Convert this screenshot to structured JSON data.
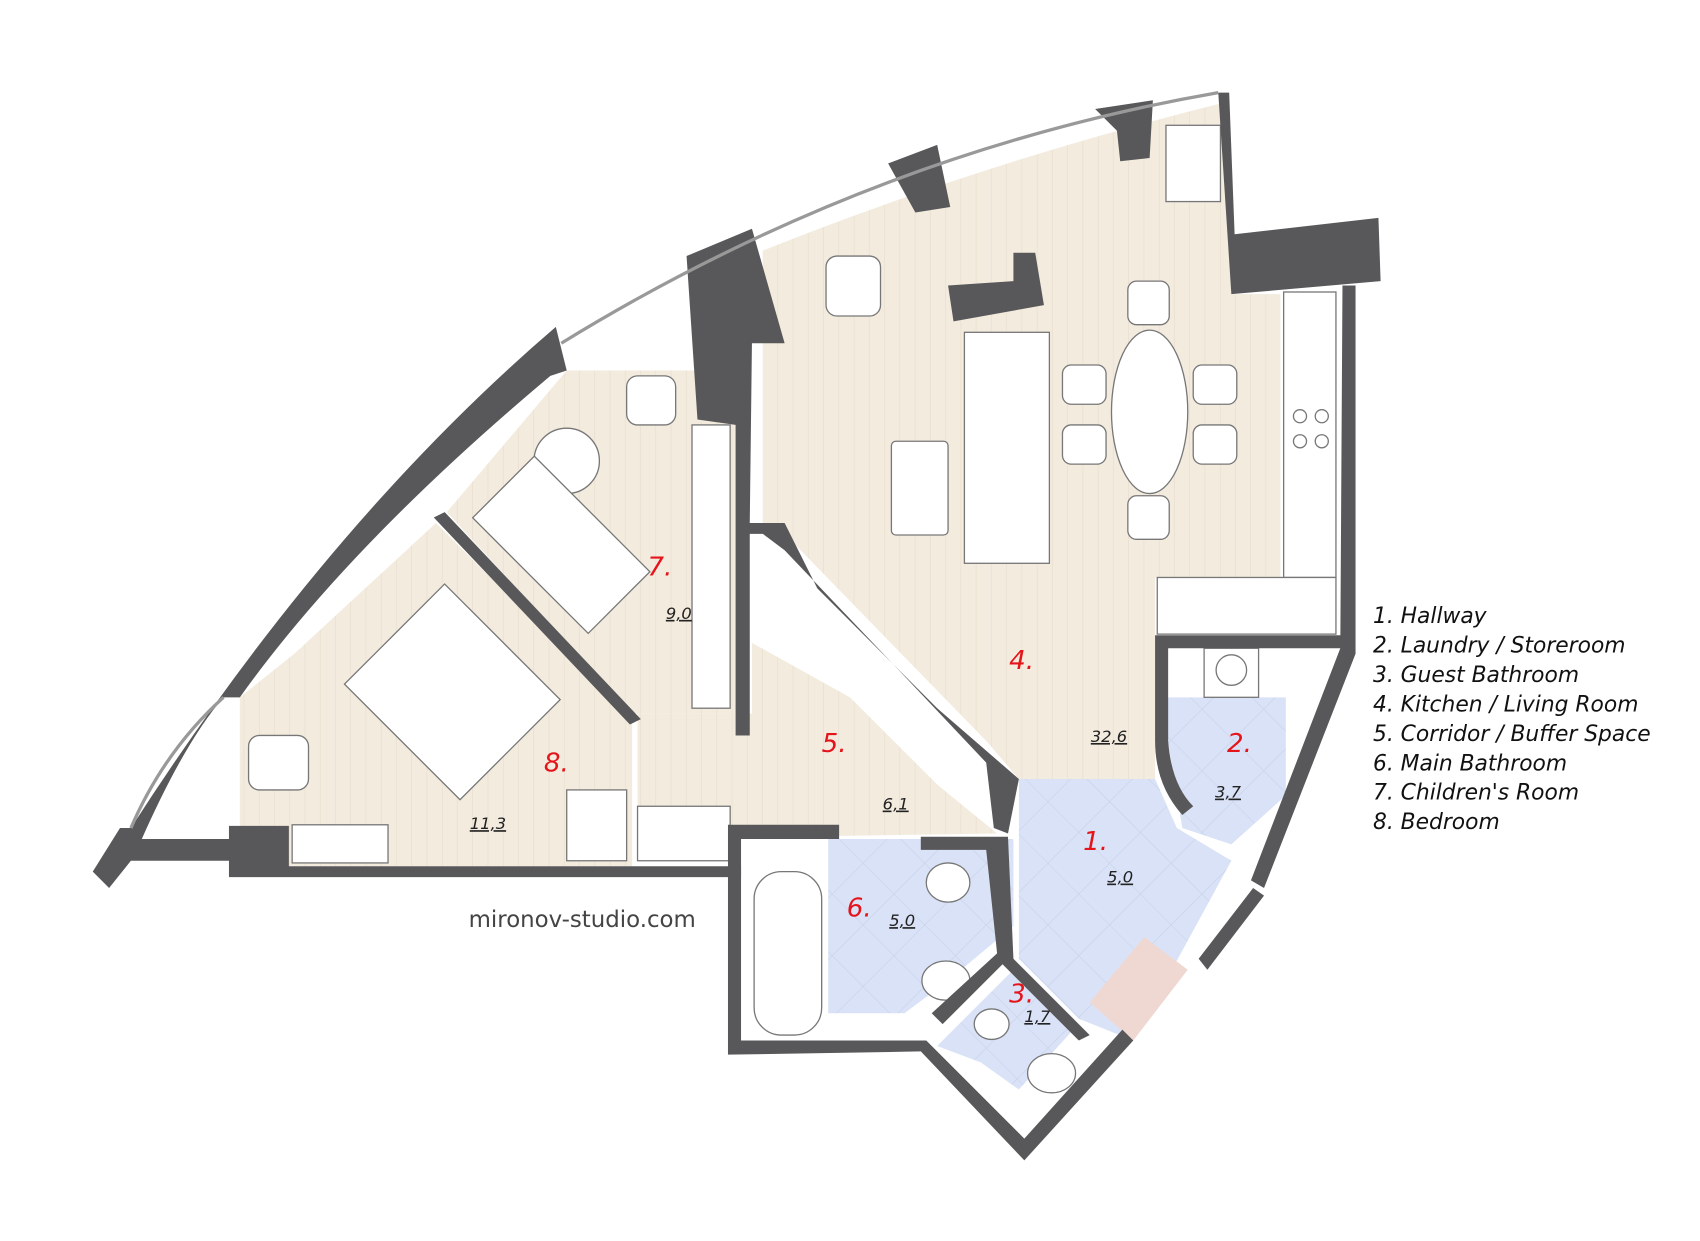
{
  "watermark": "mironov-studio.com",
  "rooms": [
    {
      "number": "1.",
      "area": "5,0"
    },
    {
      "number": "2.",
      "area": "3,7"
    },
    {
      "number": "3.",
      "area": "1,7"
    },
    {
      "number": "4.",
      "area": "32,6"
    },
    {
      "number": "5.",
      "area": "6,1"
    },
    {
      "number": "6.",
      "area": "5,0"
    },
    {
      "number": "7.",
      "area": "9,0"
    },
    {
      "number": "8.",
      "area": "11,3"
    }
  ],
  "legend": [
    "1. Hallway",
    "2. Laundry / Storeroom",
    "3. Guest Bathroom",
    "4. Kitchen / Living Room",
    "5. Corridor / Buffer Space",
    "6. Main Bathroom",
    "7. Children's Room",
    "8. Bedroom"
  ],
  "colors": {
    "wall": "#58585a",
    "wood_floor": "#f1e7d8",
    "tile_floor": "#d6e0f5",
    "room_number": "#e5141b"
  }
}
